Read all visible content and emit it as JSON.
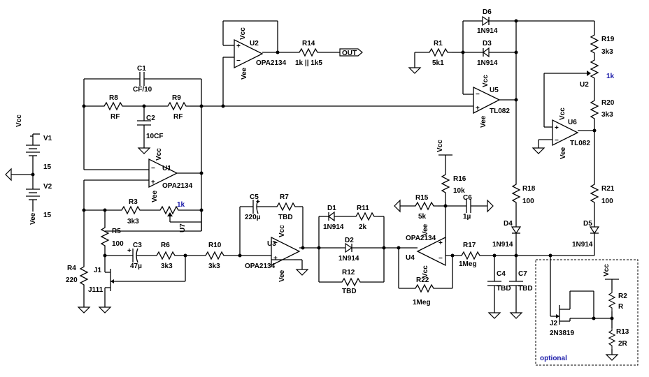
{
  "labels": {
    "V1": "V1",
    "V2": "V2",
    "V1_val": "15",
    "V2_val": "15",
    "Vcc": "Vcc",
    "Vee": "Vee",
    "C1": "C1",
    "C1_val": "CF/10",
    "R8": "R8",
    "R8_val": "RF",
    "C2": "C2",
    "C2_val": "10CF",
    "R9": "R9",
    "R9_val": "RF",
    "U1": "U1",
    "U1_val": "OPA2134",
    "R3": "R3",
    "R3_val": "3k3",
    "U7": "U7",
    "U7_val": "1k",
    "R5": "R5",
    "R5_val": "100",
    "R4": "R4",
    "R4_val": "220",
    "J1": "J1",
    "J1_val": "J111",
    "C3": "C3",
    "C3_val": "47µ",
    "R6": "R6",
    "R6_val": "3k3",
    "R10": "R10",
    "R10_val": "3k3",
    "U2": "U2",
    "U2_val": "OPA2134",
    "R14": "R14",
    "R14_val": "1k || 1k5",
    "OUT": "OUT",
    "C5": "C5",
    "C5_val": "220µ",
    "R7": "R7",
    "R7_val": "TBD",
    "U3": "U3",
    "U3_val": "OPA2134",
    "D1": "D1",
    "D1_val": "1N914",
    "R11": "R11",
    "R11_val": "2k",
    "D2": "D2",
    "D2_val": "1N914",
    "R12": "R12",
    "R12_val": "TBD",
    "R15": "R15",
    "R15_val": "5k",
    "R16": "R16",
    "R16_val": "10k",
    "C6": "C6",
    "C6_val": "1µ",
    "U4": "U4",
    "U4_val": "OPA2134",
    "R22": "R22",
    "R22_val": "1Meg",
    "R17": "R17",
    "R17_val": "1Meg",
    "C4": "C4",
    "C4_val": "TBD",
    "C7": "C7",
    "C7_val": "TBD",
    "R1": "R1",
    "R1_val": "5k1",
    "D6": "D6",
    "D6_val": "1N914",
    "D3": "D3",
    "D3_val": "1N914",
    "U5": "U5",
    "U5_val": "TL082",
    "R18": "R18",
    "R18_val": "100",
    "D4": "D4",
    "D4_val": "1N914",
    "R19": "R19",
    "R19_val": "3k3",
    "U2pot": "U2",
    "U2pot_val": "1k",
    "R20": "R20",
    "R20_val": "3k3",
    "U6": "U6",
    "U6_val": "TL082",
    "R21": "R21",
    "R21_val": "100",
    "D5": "D5",
    "D5_val": "1N914",
    "R2": "R2",
    "R2_val": "R",
    "R13": "R13",
    "R13_val": "2R",
    "J2": "J2",
    "J2_val": "2N3819",
    "optional": "optional"
  }
}
